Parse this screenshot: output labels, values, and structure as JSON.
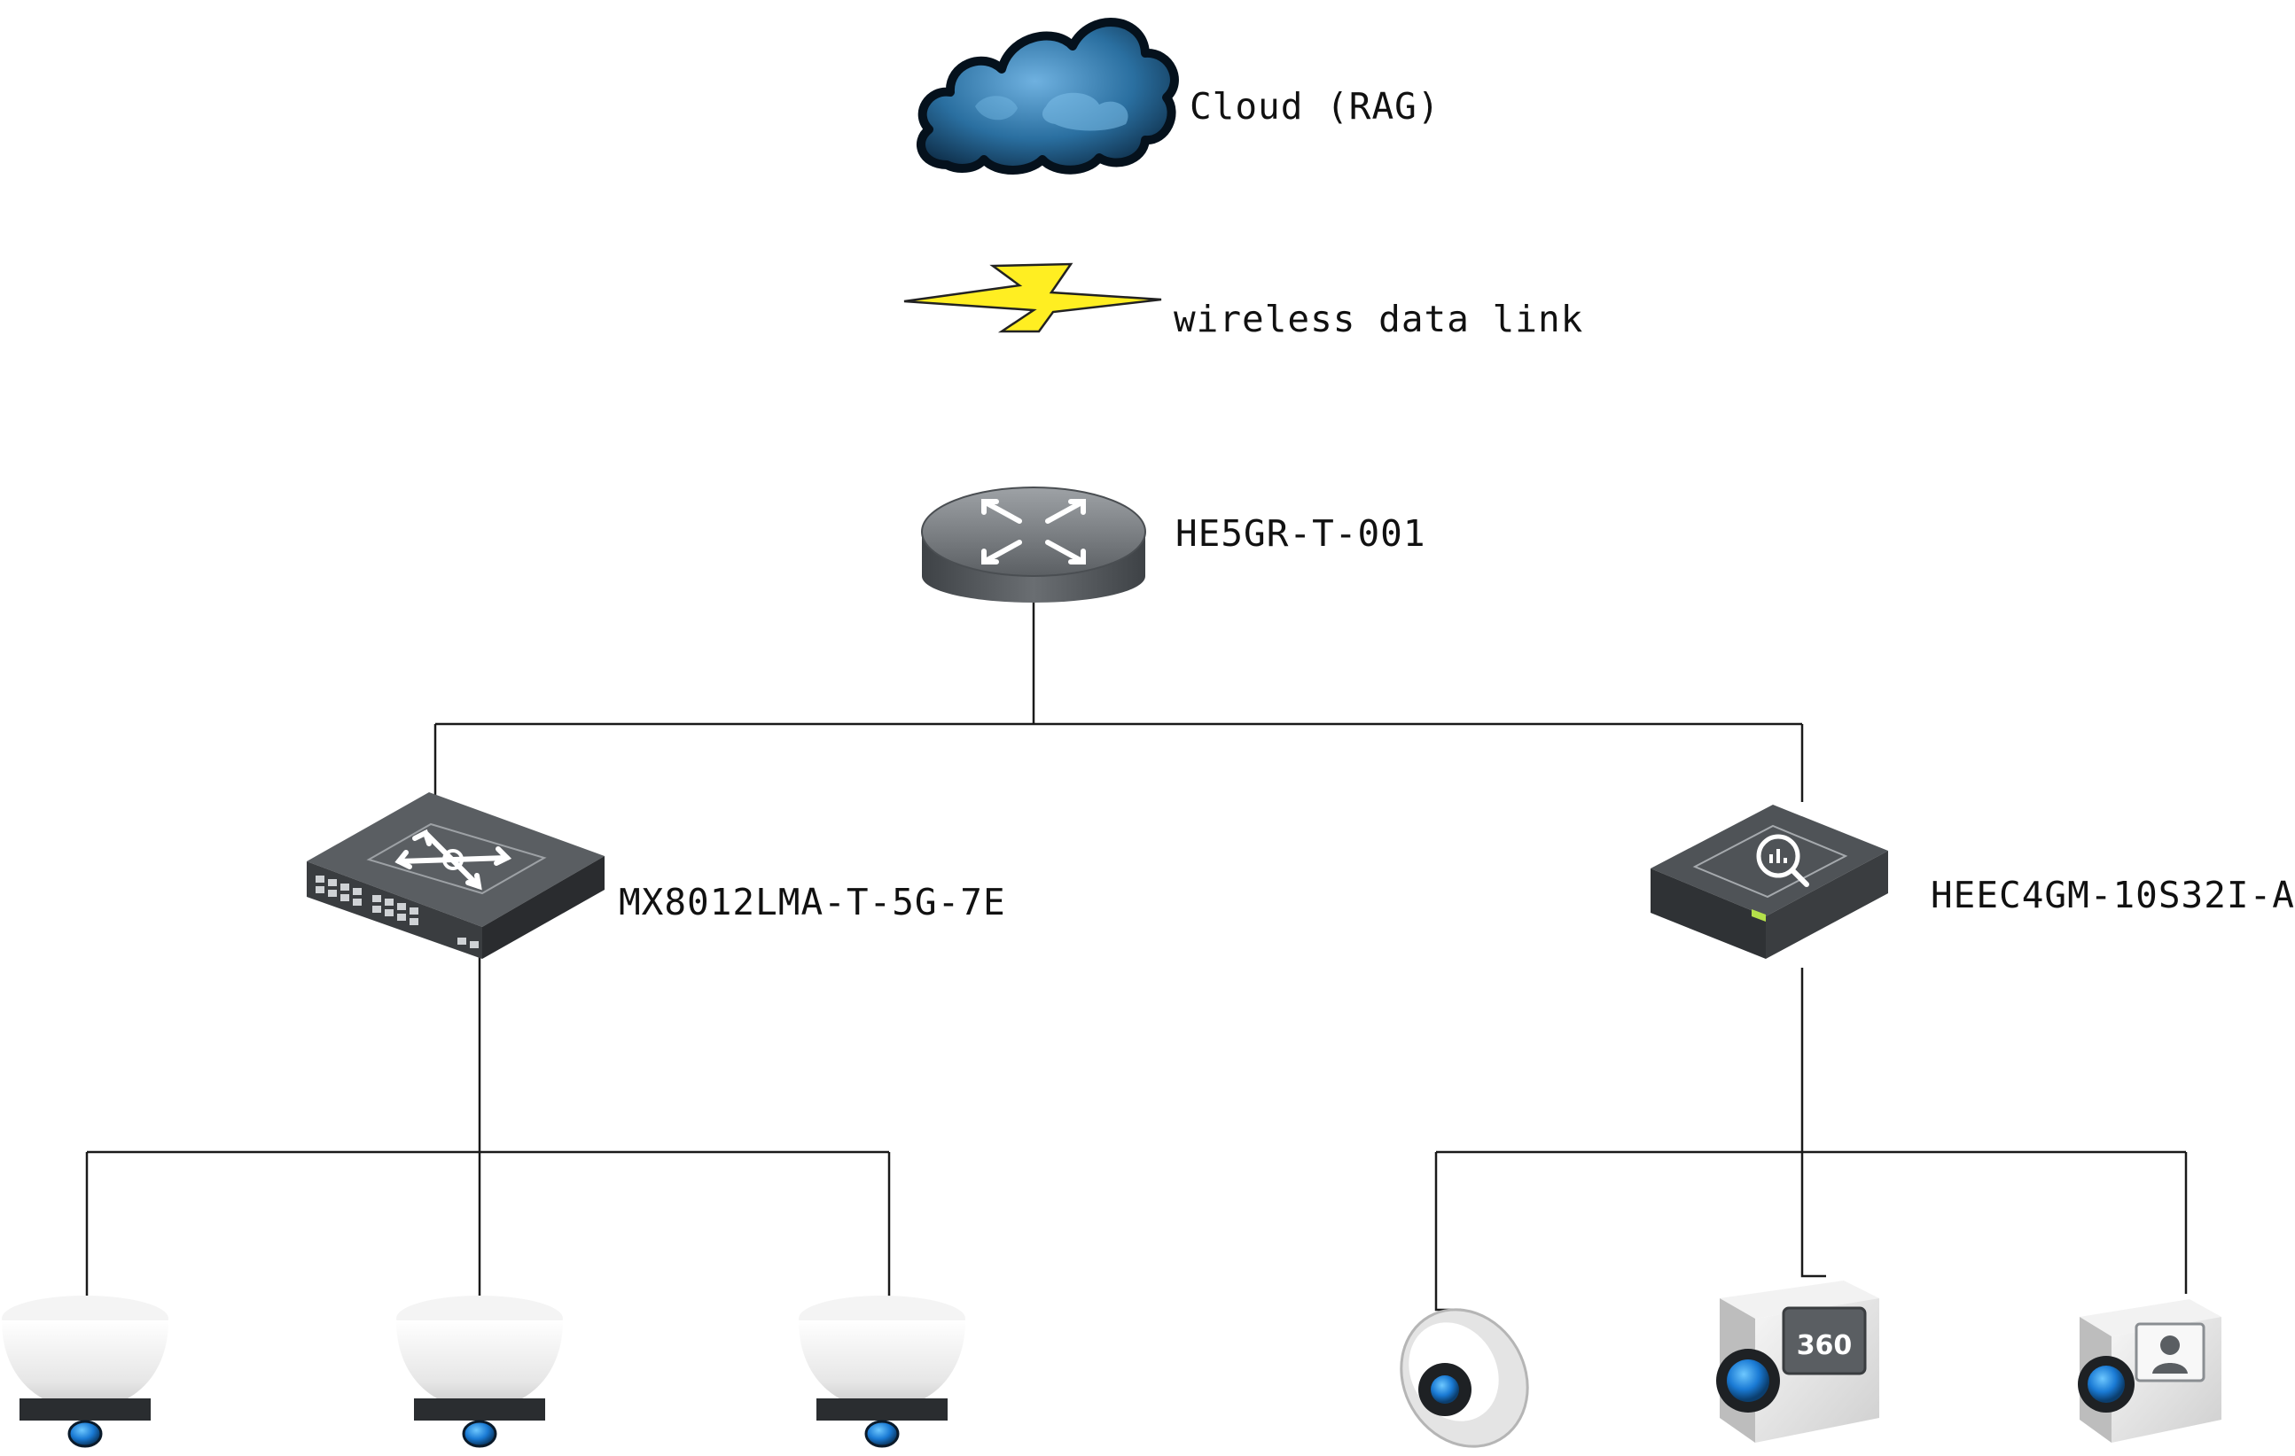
{
  "labels": {
    "cloud": "Cloud  (RAG)",
    "wireless_link": "wireless data link",
    "router": "HE5GR-T-001",
    "switch": "MX8012LMA-T-5G-7E",
    "server": "HEEC4GM-10S32I-A"
  },
  "icons": {
    "cloud": "cloud-icon",
    "link": "lightning-bolt-icon",
    "router": "router-icon",
    "switch": "switch-icon",
    "server": "analytics-server-icon",
    "dome_camera": "dome-camera-icon",
    "mini_camera": "mini-camera-icon",
    "camera_360": "camera-360-icon",
    "face_camera": "face-recognition-camera-icon"
  },
  "camera_badge": "360",
  "colors": {
    "line": "#1a1a1a",
    "cloud": "#2a6fa0",
    "bolt": "#ffee22",
    "device": "#55595d",
    "lens": "#1a7ad4"
  }
}
